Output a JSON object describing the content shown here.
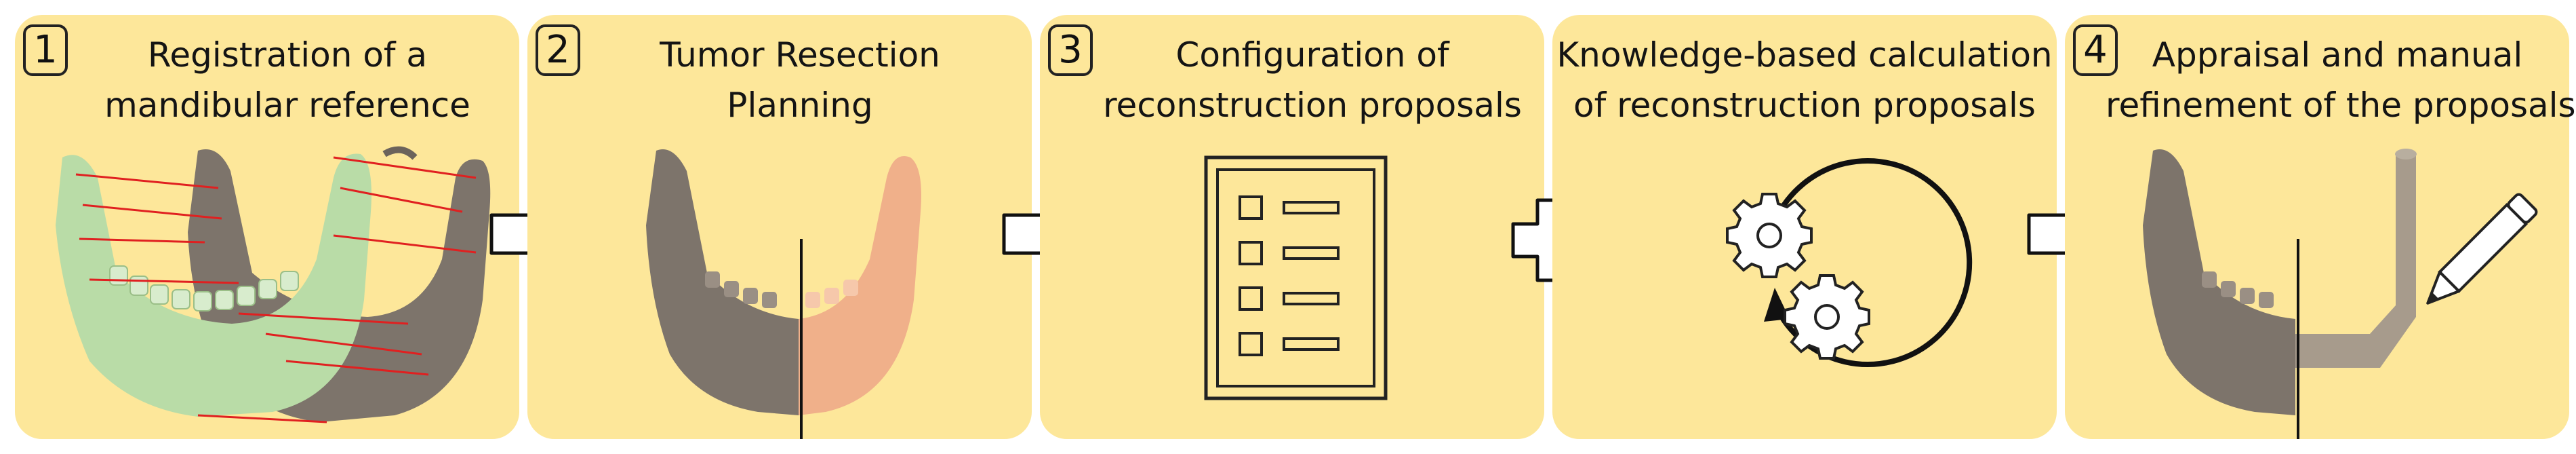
{
  "steps": [
    {
      "badge": "1",
      "title_line1": "Registration of a",
      "title_line2": "mandibular reference"
    },
    {
      "badge": "2",
      "title_line1": "Tumor Resection",
      "title_line2": "Planning"
    },
    {
      "badge": "3",
      "title_line1": "Configuration of",
      "title_line2": "reconstruction proposals"
    },
    {
      "badge": "",
      "title_line1": "Knowledge-based calculation",
      "title_line2": "of reconstruction proposals"
    },
    {
      "badge": "4",
      "title_line1": "Appraisal and manual",
      "title_line2": "refinement of the proposals"
    }
  ],
  "colors": {
    "panel": "#fde79a",
    "bone_gray": "#7d746b",
    "bone_green": "#b9dca7",
    "bone_salmon": "#f0b08a",
    "registration_lines": "#e02020",
    "plate": "#a79b8c"
  }
}
